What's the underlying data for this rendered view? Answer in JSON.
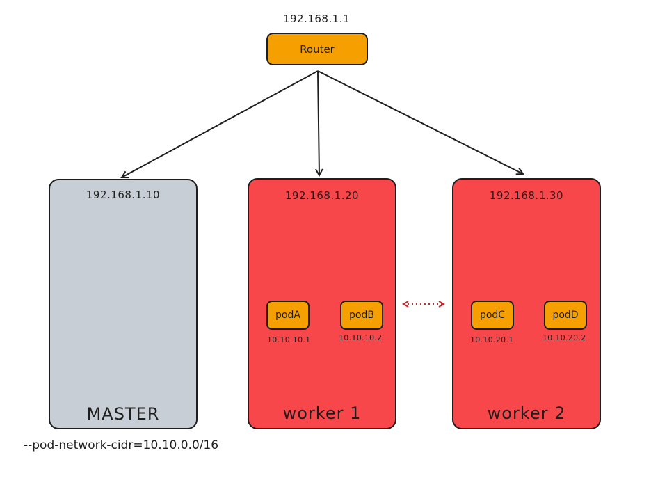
{
  "router": {
    "ip": "192.168.1.1",
    "label": "Router",
    "color": "#f59f00"
  },
  "nodes": [
    {
      "ip": "192.168.1.10",
      "name": "MASTER",
      "color": "#c8ced6"
    },
    {
      "ip": "192.168.1.20",
      "name": "worker 1",
      "color": "#f8474a",
      "pods": [
        {
          "label": "podA",
          "ip": "10.10.10.1"
        },
        {
          "label": "podB",
          "ip": "10.10.10.2"
        }
      ]
    },
    {
      "ip": "192.168.1.30",
      "name": "worker 2",
      "color": "#f8474a",
      "pods": [
        {
          "label": "podC",
          "ip": "10.10.20.1"
        },
        {
          "label": "podD",
          "ip": "10.10.20.2"
        }
      ]
    }
  ],
  "master_note": "--pod-network-cidr=10.10.0.0/16",
  "colors": {
    "bridge": "#4263eb",
    "pod": "#f59f00",
    "link_dotted": "#c92a2a",
    "stroke": "#1e1e1e"
  }
}
